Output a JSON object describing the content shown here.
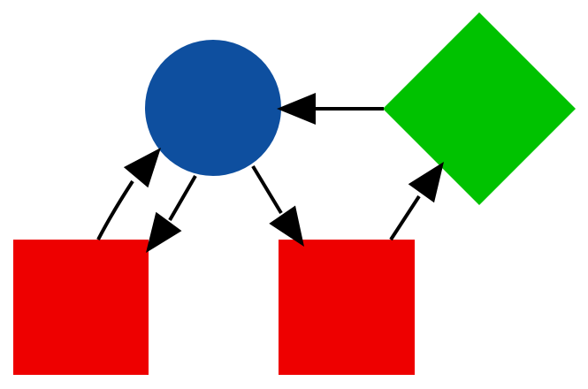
{
  "diagram": {
    "colors": {
      "background": "#ffffff",
      "edge": "#000000"
    },
    "nodes": [
      {
        "id": "circle",
        "shape": "circle",
        "color": "#0e4f9f"
      },
      {
        "id": "diamond",
        "shape": "diamond",
        "color": "#00c200"
      },
      {
        "id": "square-left",
        "shape": "square",
        "color": "#ee0000"
      },
      {
        "id": "square-right",
        "shape": "square",
        "color": "#ee0000"
      }
    ],
    "edges": [
      {
        "from": "diamond",
        "to": "circle",
        "style": "straight"
      },
      {
        "from": "square-left",
        "to": "circle",
        "style": "curved"
      },
      {
        "from": "circle",
        "to": "square-left",
        "style": "straight"
      },
      {
        "from": "circle",
        "to": "square-right",
        "style": "straight"
      },
      {
        "from": "square-right",
        "to": "diamond",
        "style": "straight"
      }
    ]
  }
}
